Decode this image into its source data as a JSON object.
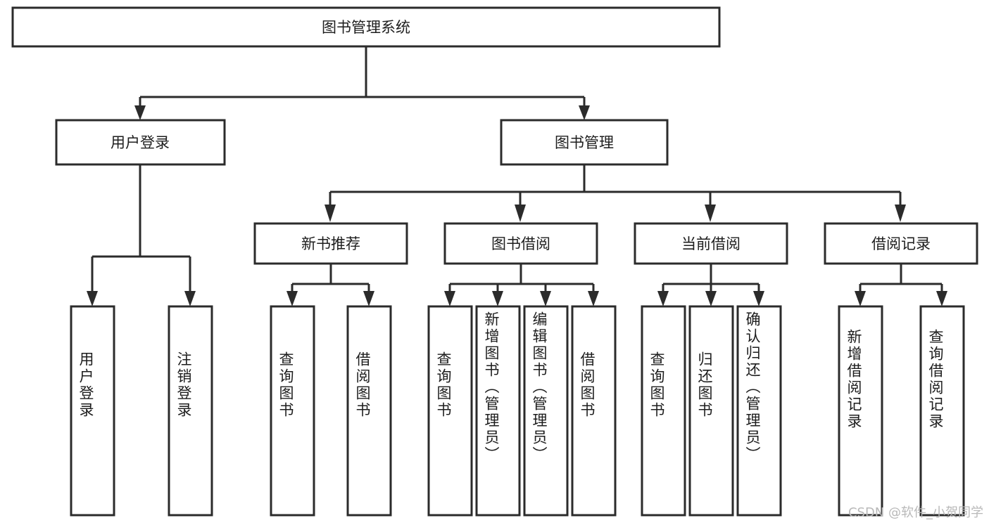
{
  "diagram": {
    "title": "图书管理系统",
    "type": "hierarchy-tree",
    "watermark": "CSDN @软件_小贺同学",
    "colors": {
      "stroke": "#2b2b2b",
      "fill": "#ffffff",
      "text": "#1d1d1d",
      "watermark": "#b9b9b9",
      "background": "#ffffff"
    },
    "root": {
      "id": "root",
      "label": "图书管理系统",
      "orientation": "horizontal"
    },
    "level1": [
      {
        "id": "user-login",
        "label": "用户登录",
        "orientation": "horizontal"
      },
      {
        "id": "book-manage",
        "label": "图书管理",
        "orientation": "horizontal"
      }
    ],
    "level2": [
      {
        "id": "new-book-recommend",
        "label": "新书推荐",
        "parent": "book-manage",
        "orientation": "horizontal"
      },
      {
        "id": "book-borrow",
        "label": "图书借阅",
        "parent": "book-manage",
        "orientation": "horizontal"
      },
      {
        "id": "current-borrow",
        "label": "当前借阅",
        "parent": "book-manage",
        "orientation": "horizontal"
      },
      {
        "id": "borrow-record",
        "label": "借阅记录",
        "parent": "book-manage",
        "orientation": "horizontal"
      }
    ],
    "leaves": [
      {
        "id": "leaf-user-login",
        "label": "用户登录",
        "parent": "user-login",
        "orientation": "vertical"
      },
      {
        "id": "leaf-user-logout",
        "label": "注销登录",
        "parent": "user-login",
        "orientation": "vertical"
      },
      {
        "id": "leaf-query-book-1",
        "label": "查询图书",
        "parent": "new-book-recommend",
        "orientation": "vertical"
      },
      {
        "id": "leaf-borrow-book-1",
        "label": "借阅图书",
        "parent": "new-book-recommend",
        "orientation": "vertical"
      },
      {
        "id": "leaf-query-book-2",
        "label": "查询图书",
        "parent": "book-borrow",
        "orientation": "vertical"
      },
      {
        "id": "leaf-add-book",
        "label": "新增图书（管理员）",
        "parent": "book-borrow",
        "orientation": "vertical"
      },
      {
        "id": "leaf-edit-book",
        "label": "编辑图书（管理员）",
        "parent": "book-borrow",
        "orientation": "vertical"
      },
      {
        "id": "leaf-borrow-book-2",
        "label": "借阅图书",
        "parent": "book-borrow",
        "orientation": "vertical"
      },
      {
        "id": "leaf-query-book-3",
        "label": "查询图书",
        "parent": "current-borrow",
        "orientation": "vertical"
      },
      {
        "id": "leaf-return-book",
        "label": "归还图书",
        "parent": "current-borrow",
        "orientation": "vertical"
      },
      {
        "id": "leaf-confirm-return",
        "label": "确认归还（管理员）",
        "parent": "current-borrow",
        "orientation": "vertical"
      },
      {
        "id": "leaf-add-record",
        "label": "新增借阅记录",
        "parent": "borrow-record",
        "orientation": "vertical"
      },
      {
        "id": "leaf-query-record",
        "label": "查询借阅记录",
        "parent": "borrow-record",
        "orientation": "vertical"
      }
    ]
  }
}
